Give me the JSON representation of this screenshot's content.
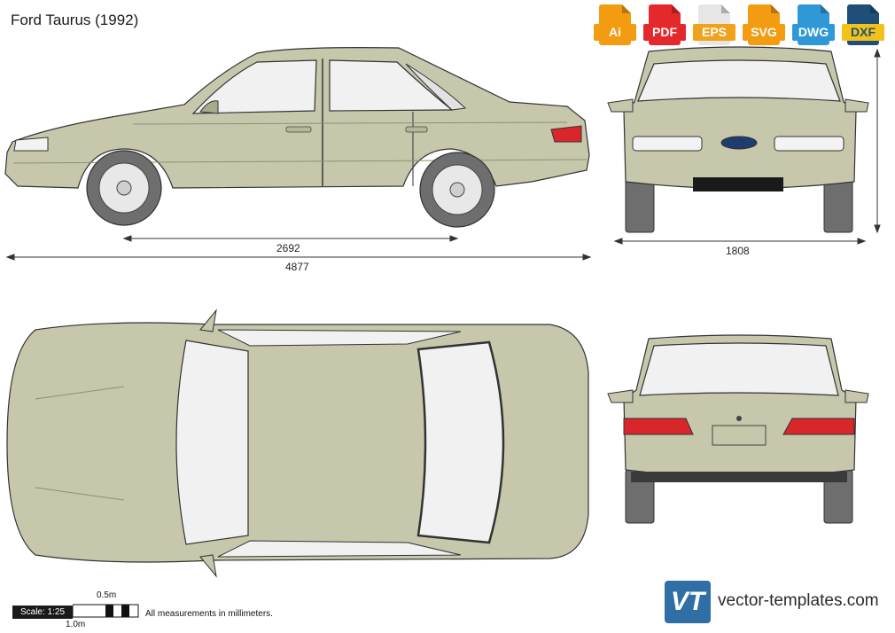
{
  "title": "Ford Taurus (1992)",
  "formats": [
    {
      "label": "Ai",
      "color": "#f39c12"
    },
    {
      "label": "PDF",
      "color": "#e4292c"
    },
    {
      "label": "EPS",
      "color": "#f0a21b"
    },
    {
      "label": "SVG",
      "color": "#f39c12"
    },
    {
      "label": "DWG",
      "color": "#2f98d6"
    },
    {
      "label": "DXF",
      "color": "#1f4e79"
    }
  ],
  "dimensions": {
    "wheelbase": "2692",
    "length": "4877",
    "width": "1808"
  },
  "scale": {
    "label": "Scale: 1:25",
    "half": "0.5m",
    "full": "1.0m"
  },
  "note": "All measurements in millimeters.",
  "brand": {
    "mark": "VT",
    "text": "vector-templates.com"
  },
  "colors": {
    "body": "#c6c7ab",
    "body_dark": "#a9ab8d",
    "glass": "#f1f1f1",
    "tire": "#6e6e6e",
    "lamp": "#d8262b"
  }
}
